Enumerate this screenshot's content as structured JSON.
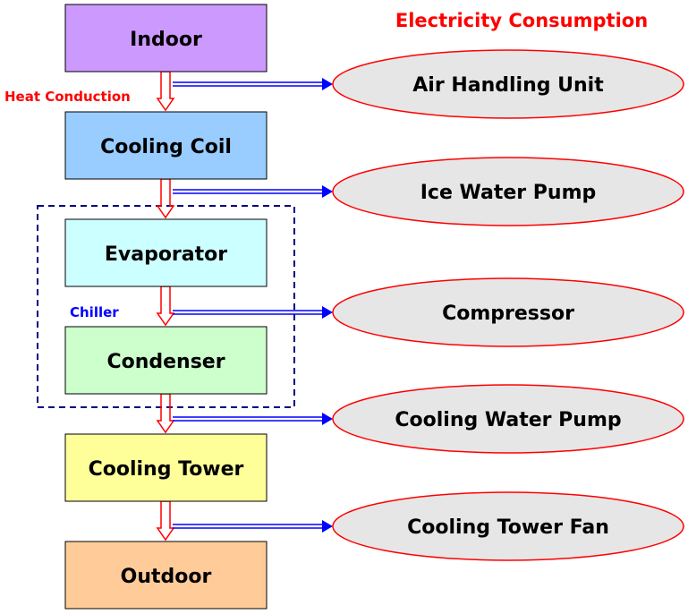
{
  "title": "Electricity Consumption",
  "labels": {
    "heat_conduction": "Heat Conduction",
    "chiller": "Chiller"
  },
  "stages": [
    {
      "label": "Indoor",
      "color": "#cc99ff"
    },
    {
      "label": "Cooling Coil",
      "color": "#99ccff"
    },
    {
      "label": "Evaporator",
      "color": "#ccffff"
    },
    {
      "label": "Condenser",
      "color": "#ccffcc"
    },
    {
      "label": "Cooling Tower",
      "color": "#ffff99"
    },
    {
      "label": "Outdoor",
      "color": "#ffcc99"
    }
  ],
  "consumers": [
    {
      "label": "Air Handling Unit"
    },
    {
      "label": "Ice Water Pump"
    },
    {
      "label": "Compressor"
    },
    {
      "label": "Cooling Water Pump"
    },
    {
      "label": "Cooling Tower Fan"
    }
  ],
  "colors": {
    "title": "#ff0000",
    "heat_arrow": "#ff0000",
    "power_arrow": "#0000ff",
    "ellipse_fill": "#e6e6e6",
    "ellipse_stroke": "#ff0000",
    "chiller_border": "#000080"
  }
}
